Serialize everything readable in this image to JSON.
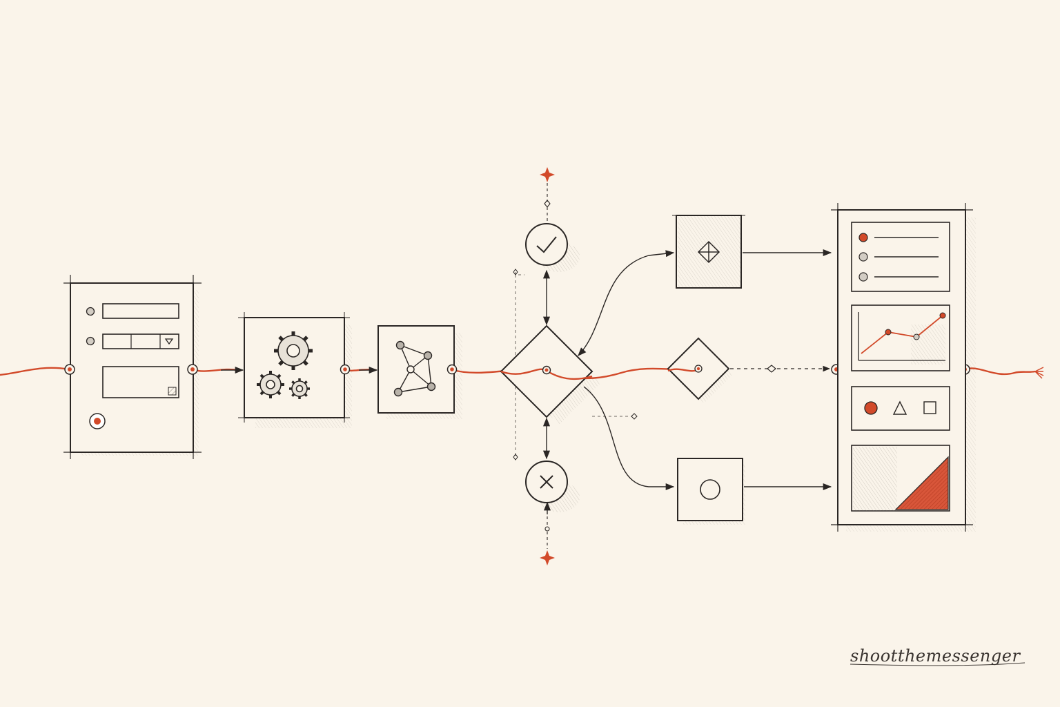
{
  "signature": "shootthemessenger",
  "colors": {
    "background": "#faf4ea",
    "ink": "#2a2624",
    "accent": "#d24a2a",
    "hatch": "#9a948c"
  },
  "nodes": [
    {
      "name": "form-panel",
      "icon": "form-icon"
    },
    {
      "name": "process-gears",
      "icon": "gears-icon"
    },
    {
      "name": "network-graph",
      "icon": "network-icon"
    },
    {
      "name": "decision-diamond",
      "icon": "diamond-icon"
    },
    {
      "name": "approve",
      "icon": "check-icon"
    },
    {
      "name": "reject",
      "icon": "x-icon"
    },
    {
      "name": "branch-top",
      "icon": "diamond-cross-icon"
    },
    {
      "name": "branch-middle",
      "icon": "diamond-icon"
    },
    {
      "name": "branch-bottom",
      "icon": "circle-icon"
    },
    {
      "name": "results-panel",
      "icon": "dashboard-icon"
    }
  ]
}
